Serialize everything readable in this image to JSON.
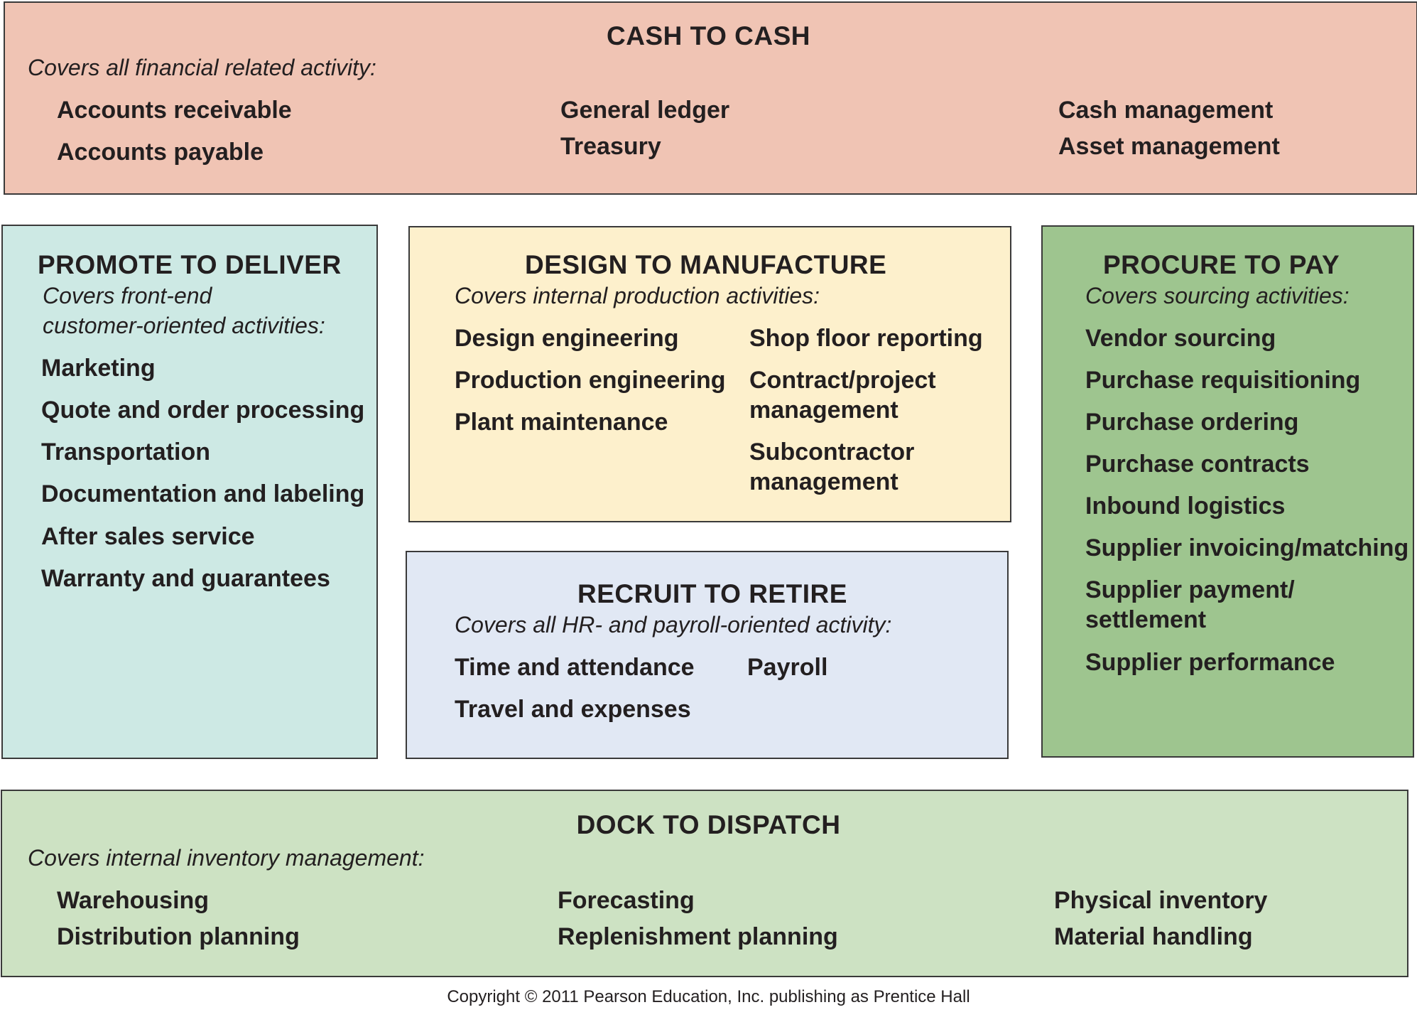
{
  "cash_to_cash": {
    "title": "CASH TO CASH",
    "subtitle": "Covers all financial related activity:",
    "items": [
      "Accounts receivable",
      "Accounts payable",
      "General ledger",
      "Treasury",
      "Cash management",
      "Asset management"
    ],
    "color": "#f0c4b4"
  },
  "promote_to_deliver": {
    "title": "PROMOTE TO DELIVER",
    "subtitle_lines": [
      "Covers front-end",
      "customer-oriented activities:"
    ],
    "items": [
      "Marketing",
      "Quote and order processing",
      "Transportation",
      "Documentation and labeling",
      "After sales service",
      "Warranty and guarantees"
    ],
    "color": "#cde9e4"
  },
  "design_to_manufacture": {
    "title": "DESIGN TO MANUFACTURE",
    "subtitle": "Covers internal production activities:",
    "items": [
      "Design engineering",
      "Production engineering",
      "Plant maintenance",
      "Shop floor reporting",
      "Contract/project",
      "management",
      "Subcontractor",
      "management"
    ],
    "color": "#fdf0cc"
  },
  "recruit_to_retire": {
    "title": "RECRUIT TO RETIRE",
    "subtitle": "Covers all HR- and payroll-oriented activity:",
    "items": [
      "Time and attendance",
      "Travel and expenses",
      "Payroll"
    ],
    "color": "#e1e8f4"
  },
  "procure_to_pay": {
    "title": "PROCURE TO PAY",
    "subtitle": "Covers sourcing activities:",
    "items": [
      "Vendor sourcing",
      "Purchase requisitioning",
      "Purchase ordering",
      "Purchase contracts",
      "Inbound logistics",
      "Supplier invoicing/matching",
      "Supplier payment/",
      "settlement",
      "Supplier performance"
    ],
    "color": "#9ec58f"
  },
  "dock_to_dispatch": {
    "title": "DOCK TO DISPATCH",
    "subtitle": "Covers internal inventory management:",
    "items": [
      "Warehousing",
      "Distribution planning",
      "Forecasting",
      "Replenishment planning",
      "Physical inventory",
      "Material handling"
    ],
    "color": "#cde2c3"
  },
  "copyright": "Copyright © 2011 Pearson Education, Inc. publishing as Prentice Hall"
}
